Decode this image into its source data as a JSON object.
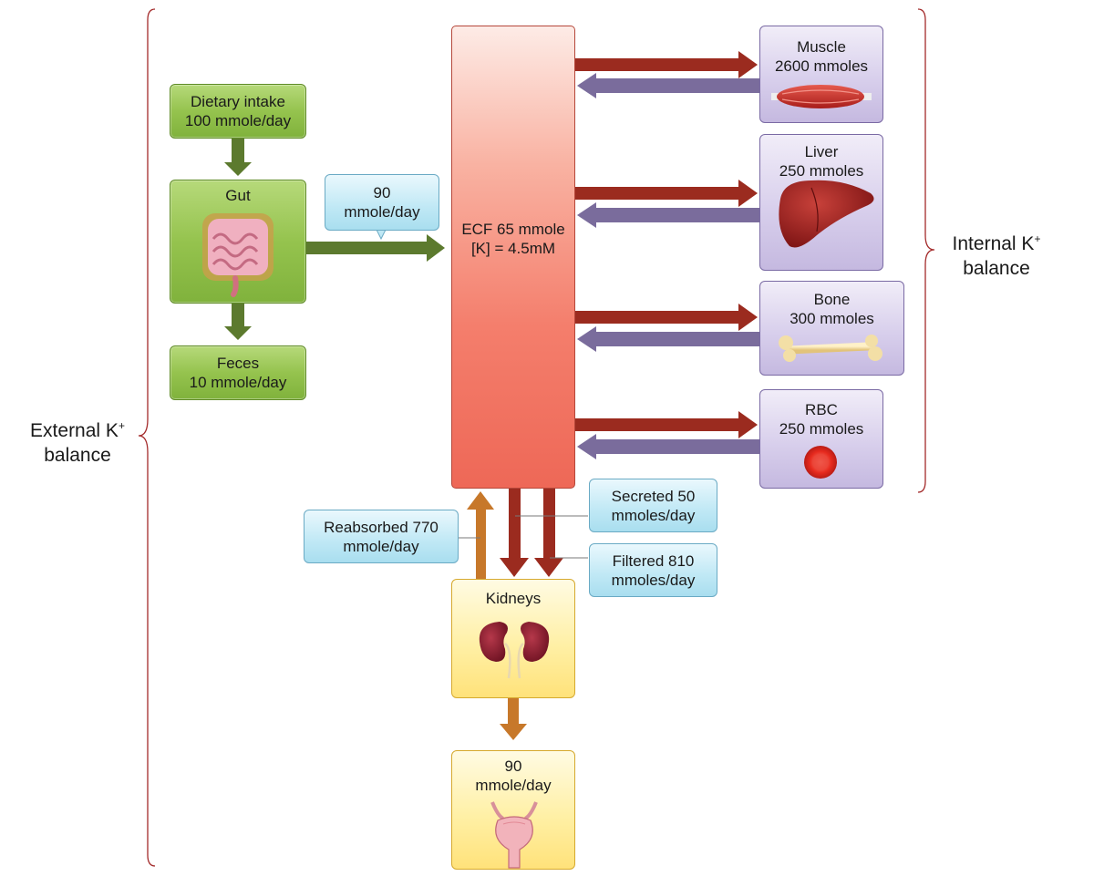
{
  "external_label": {
    "line1": "External K",
    "sup": "+",
    "line2": "balance"
  },
  "internal_label": {
    "line1": "Internal K",
    "sup": "+",
    "line2": "balance"
  },
  "ecf": {
    "line1": "ECF",
    "line2": "65 mmole",
    "line3": "[K] = 4.5mM"
  },
  "dietary": {
    "line1": "Dietary intake",
    "line2": "100 mmole/day"
  },
  "gut": {
    "label": "Gut"
  },
  "feces": {
    "line1": "Feces",
    "line2": "10 mmole/day"
  },
  "gut_flow": {
    "line1": "90",
    "line2": "mmole/day"
  },
  "muscle": {
    "line1": "Muscle",
    "line2": "2600 mmoles"
  },
  "liver": {
    "line1": "Liver",
    "line2": "250 mmoles"
  },
  "bone": {
    "line1": "Bone",
    "line2": "300 mmoles"
  },
  "rbc": {
    "line1": "RBC",
    "line2": "250 mmoles"
  },
  "secreted": {
    "line1": "Secreted 50",
    "line2": "mmoles/day"
  },
  "filtered": {
    "line1": "Filtered 810",
    "line2": "mmoles/day"
  },
  "reabsorbed": {
    "line1": "Reabsorbed 770",
    "line2": "mmole/day"
  },
  "kidneys": {
    "label": "Kidneys"
  },
  "urine": {
    "line1": "90",
    "line2": "mmole/day"
  },
  "colors": {
    "green_arrow": "#5c7a2e",
    "red_arrow": "#9b2b1f",
    "purple_arrow": "#7a6c9c",
    "orange_arrow": "#c7782a",
    "bracket": "#a32a2a"
  }
}
